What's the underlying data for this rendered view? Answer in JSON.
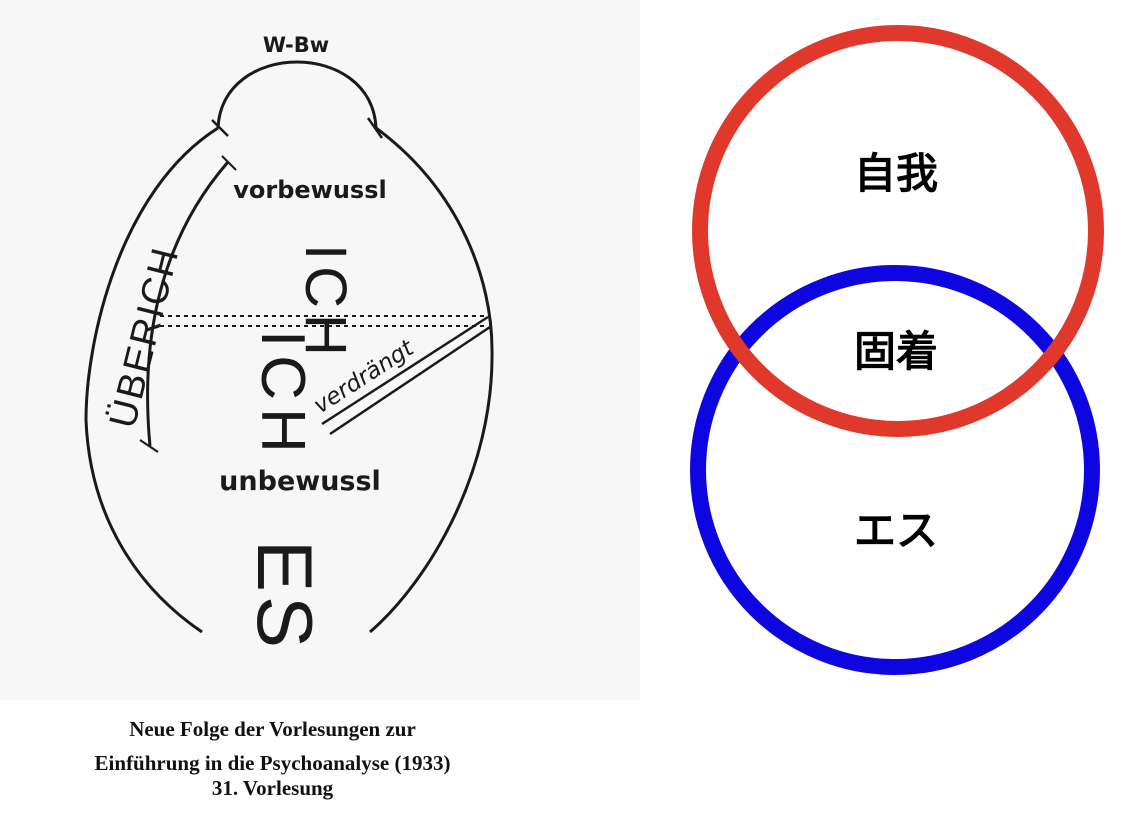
{
  "freud": {
    "top_label": "W-Bw",
    "vorbewusst": "vorbewussl",
    "ueberich": "ÜBERICH",
    "ich": "ICH",
    "ich_lower": "ICH",
    "verdraengt": "verdrängt",
    "unbewusst": "unbewussl",
    "es": "ES"
  },
  "caption": {
    "line1": "Neue Folge der Vorlesungen zur",
    "line2": "Einführung in die Psychoanalyse  (1933)",
    "line3": "31. Vorlesung"
  },
  "venn": {
    "top_label": "自我",
    "overlap_label": "固着",
    "bottom_label": "エス",
    "top_color": "#e0392b",
    "bottom_color": "#0d06e0"
  }
}
